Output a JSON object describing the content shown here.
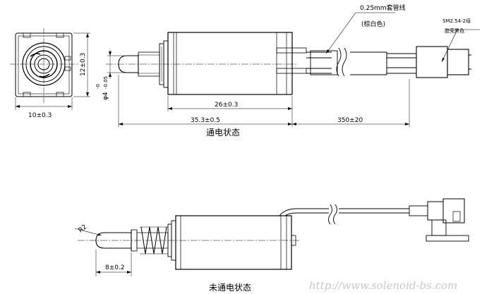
{
  "labels": {
    "wire_spec": "0.25mm套管线",
    "wire_color": "(棕白色)",
    "connector_spec": "SM2.54-2母",
    "connector_desc": "胶壳黑色",
    "dim_width": "10±0.3",
    "dim_height": "12±0.3",
    "dim_plunger_dia": "φ4",
    "dim_plunger_tol": "-0\n-0.05",
    "dim_plunger_tol_top": "-0",
    "dim_plunger_tol_bot": "-0.05",
    "dim_body_len": "26±0.3",
    "dim_total_len": "35.3±0.5",
    "dim_wire_len": "350±20",
    "title_energized": "通电状态",
    "dim_radius": "R2",
    "dim_stroke": "8±0.2",
    "title_deenergized": "未通电状态",
    "watermark": "http://www.solenoid-bs.com"
  },
  "colors": {
    "line": "#000000",
    "watermark": "#c8c8c8"
  }
}
